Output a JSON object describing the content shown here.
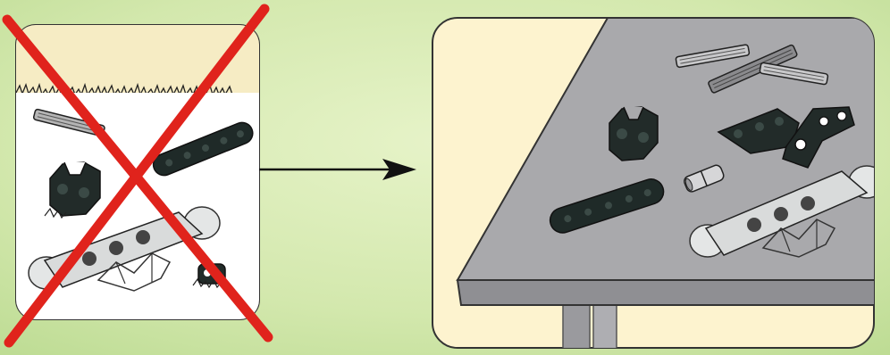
{
  "background": {
    "color_light": "#e3f1c3",
    "color_mid": "#cfe6a8",
    "color_dark": "#b9d98f"
  },
  "panel_wrong": {
    "status": "crossed-out",
    "cross_color": "#e0231c",
    "frame_color": "#ffffff",
    "floor_color": "#f6ecc4",
    "ground": "grass",
    "pieces_icon": [
      "axle-icon",
      "beam-icon",
      "connector-block-icon",
      "bone-beam-icon",
      "small-connector-icon"
    ]
  },
  "arrow": {
    "direction": "right",
    "color": "#111111"
  },
  "panel_right": {
    "status": "correct",
    "frame_color": "#fdf3cf",
    "table_color": "#a9a9ac",
    "table_edge_color": "#8f8f93",
    "table_leg_color": "#9a9a9e",
    "pieces_icon": [
      "axle-icon",
      "long-axle-icon",
      "connector-block-icon",
      "bent-beam-icon",
      "pin-icon",
      "beam-icon",
      "bone-beam-icon"
    ]
  }
}
